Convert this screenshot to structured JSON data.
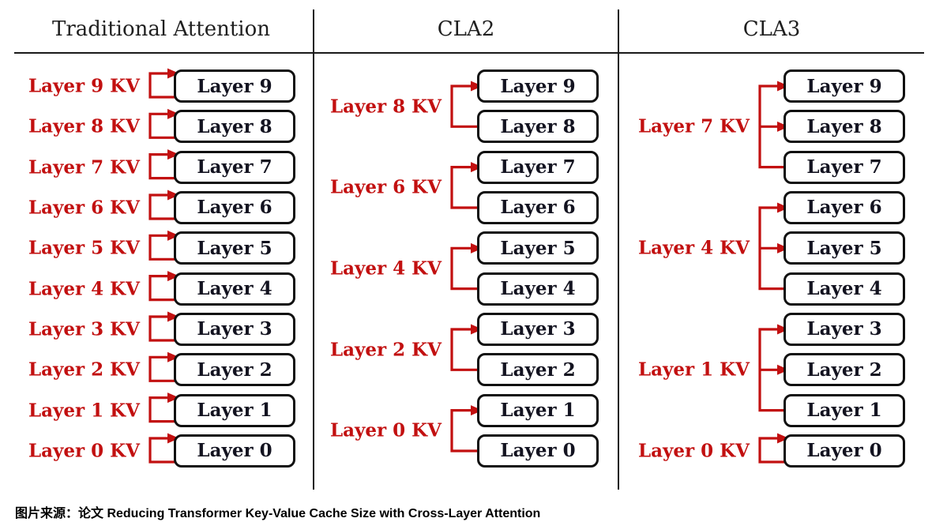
{
  "figure": {
    "caption": "图片来源：论文 Reducing Transformer Key-Value Cache Size with Cross-Layer Attention",
    "colors": {
      "accent_red": "#c21010",
      "box_border": "#101010",
      "box_text": "#131320",
      "header_text": "#1f1f1f",
      "rule": "#1a1a1a"
    },
    "columns": [
      {
        "header": "Traditional Attention",
        "rows": [
          "Layer 9",
          "Layer 8",
          "Layer 7",
          "Layer 6",
          "Layer 5",
          "Layer 4",
          "Layer 3",
          "Layer 2",
          "Layer 1",
          "Layer 0"
        ],
        "groups": [
          {
            "kv_label": "Layer 9 KV",
            "rows": [
              0,
              0
            ]
          },
          {
            "kv_label": "Layer 8 KV",
            "rows": [
              1,
              1
            ]
          },
          {
            "kv_label": "Layer 7 KV",
            "rows": [
              2,
              2
            ]
          },
          {
            "kv_label": "Layer 6 KV",
            "rows": [
              3,
              3
            ]
          },
          {
            "kv_label": "Layer 5 KV",
            "rows": [
              4,
              4
            ]
          },
          {
            "kv_label": "Layer 4 KV",
            "rows": [
              5,
              5
            ]
          },
          {
            "kv_label": "Layer 3 KV",
            "rows": [
              6,
              6
            ]
          },
          {
            "kv_label": "Layer 2 KV",
            "rows": [
              7,
              7
            ]
          },
          {
            "kv_label": "Layer 1 KV",
            "rows": [
              8,
              8
            ]
          },
          {
            "kv_label": "Layer 0 KV",
            "rows": [
              9,
              9
            ]
          }
        ]
      },
      {
        "header": "CLA2",
        "rows": [
          "Layer 9",
          "Layer 8",
          "Layer 7",
          "Layer 6",
          "Layer 5",
          "Layer 4",
          "Layer 3",
          "Layer 2",
          "Layer 1",
          "Layer 0"
        ],
        "groups": [
          {
            "kv_label": "Layer 8 KV",
            "rows": [
              0,
              1
            ]
          },
          {
            "kv_label": "Layer 6 KV",
            "rows": [
              2,
              3
            ]
          },
          {
            "kv_label": "Layer 4 KV",
            "rows": [
              4,
              5
            ]
          },
          {
            "kv_label": "Layer 2 KV",
            "rows": [
              6,
              7
            ]
          },
          {
            "kv_label": "Layer 0 KV",
            "rows": [
              8,
              9
            ]
          }
        ]
      },
      {
        "header": "CLA3",
        "rows": [
          "Layer 9",
          "Layer 8",
          "Layer 7",
          "Layer 6",
          "Layer 5",
          "Layer 4",
          "Layer 3",
          "Layer 2",
          "Layer 1",
          "Layer 0"
        ],
        "groups": [
          {
            "kv_label": "Layer 7 KV",
            "rows": [
              0,
              2
            ]
          },
          {
            "kv_label": "Layer 4 KV",
            "rows": [
              3,
              5
            ]
          },
          {
            "kv_label": "Layer 1 KV",
            "rows": [
              6,
              8
            ]
          },
          {
            "kv_label": "Layer 0 KV",
            "rows": [
              9,
              9
            ]
          }
        ]
      }
    ]
  }
}
